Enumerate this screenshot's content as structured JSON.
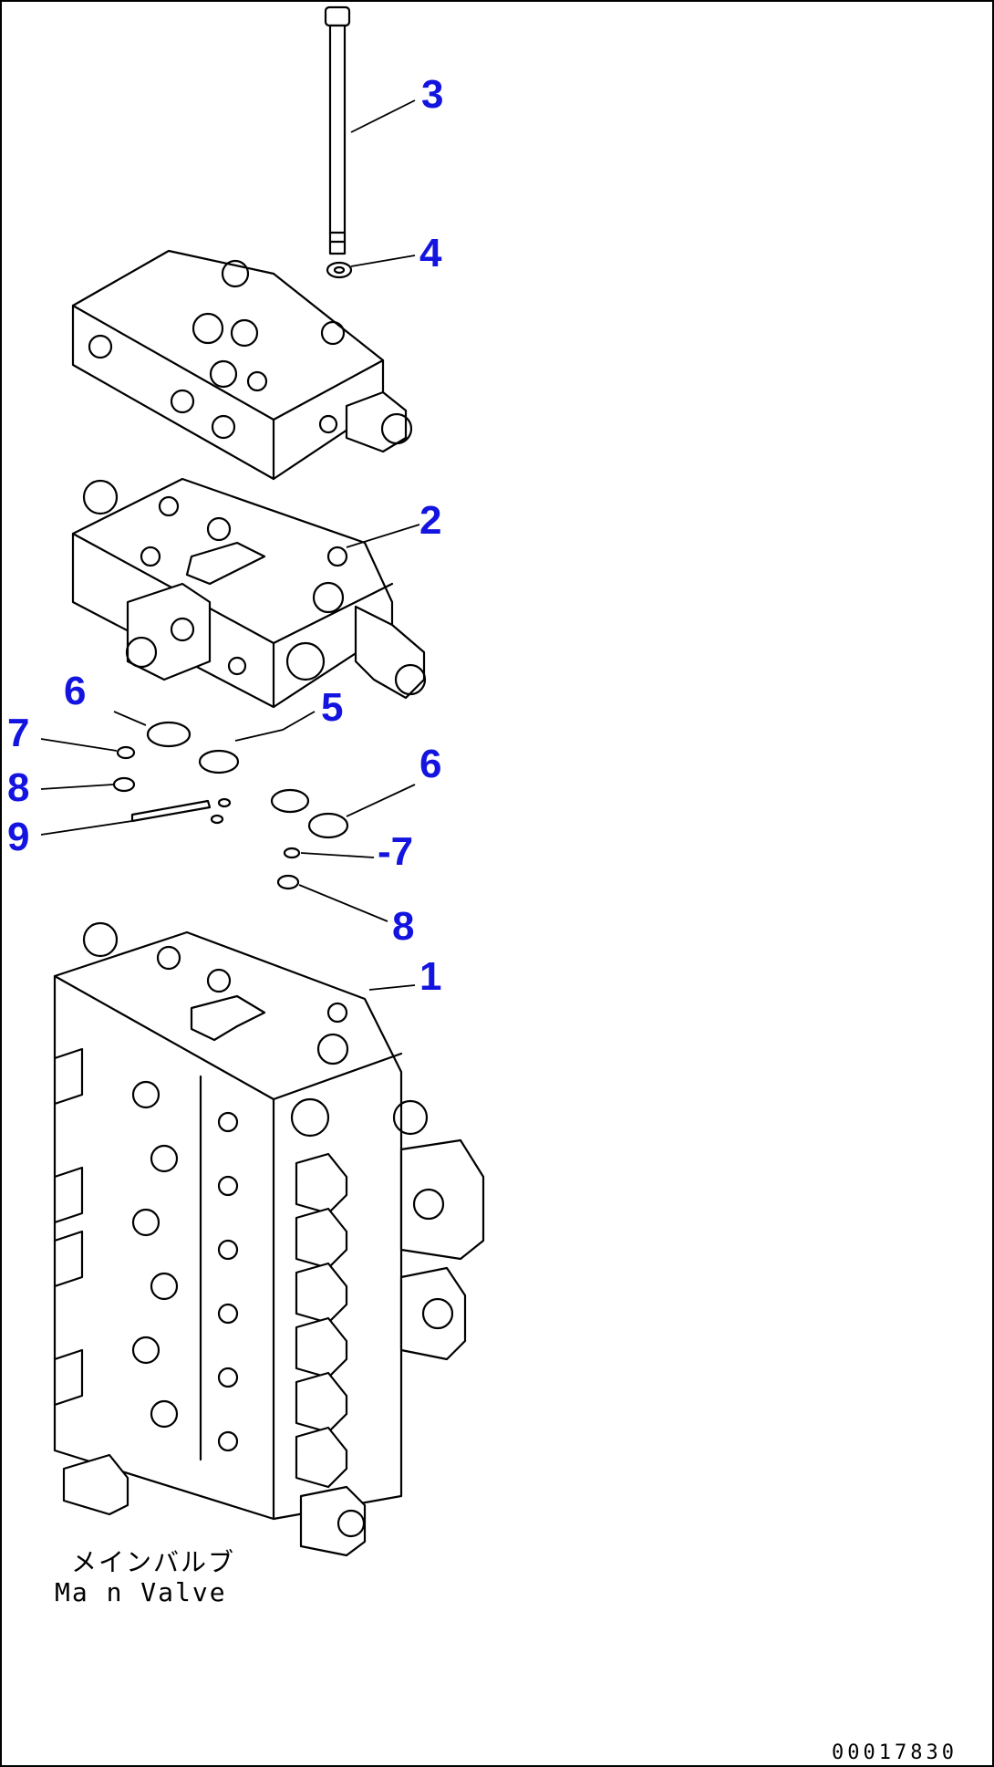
{
  "diagram": {
    "callouts": [
      {
        "id": "c3",
        "label": "3"
      },
      {
        "id": "c4",
        "label": "4"
      },
      {
        "id": "c2",
        "label": "2"
      },
      {
        "id": "c6a",
        "label": "6"
      },
      {
        "id": "c5",
        "label": "5"
      },
      {
        "id": "c7a",
        "label": "7"
      },
      {
        "id": "c8a",
        "label": "8"
      },
      {
        "id": "c9",
        "label": "9"
      },
      {
        "id": "c6b",
        "label": "6"
      },
      {
        "id": "c7b",
        "label": "-7"
      },
      {
        "id": "c8b",
        "label": "8"
      },
      {
        "id": "c1",
        "label": "1"
      }
    ],
    "caption_jp": "メインバルブ",
    "caption_en": "Ma n Valve",
    "part_number": "00017830"
  },
  "colors": {
    "callout": "#1414e0",
    "line": "#000000",
    "background": "#ffffff"
  }
}
